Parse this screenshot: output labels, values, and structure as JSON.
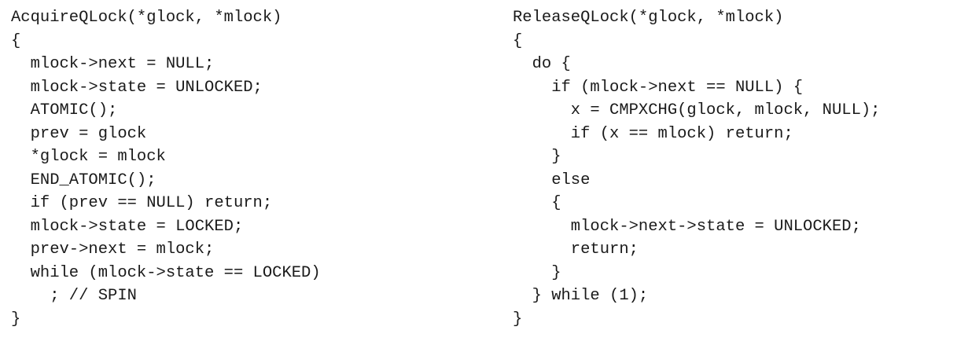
{
  "acquire": {
    "lines": [
      "AcquireQLock(*glock, *mlock)",
      "{",
      "  mlock->next = NULL;",
      "  mlock->state = UNLOCKED;",
      "  ATOMIC();",
      "  prev = glock",
      "  *glock = mlock",
      "  END_ATOMIC();",
      "  if (prev == NULL) return;",
      "  mlock->state = LOCKED;",
      "  prev->next = mlock;",
      "  while (mlock->state == LOCKED)",
      "    ; // SPIN",
      "}"
    ]
  },
  "release": {
    "lines": [
      "ReleaseQLock(*glock, *mlock)",
      "{",
      "  do {",
      "    if (mlock->next == NULL) {",
      "      x = CMPXCHG(glock, mlock, NULL);",
      "      if (x == mlock) return;",
      "    }",
      "    else",
      "    {",
      "      mlock->next->state = UNLOCKED;",
      "      return;",
      "    }",
      "  } while (1);",
      "}"
    ]
  }
}
